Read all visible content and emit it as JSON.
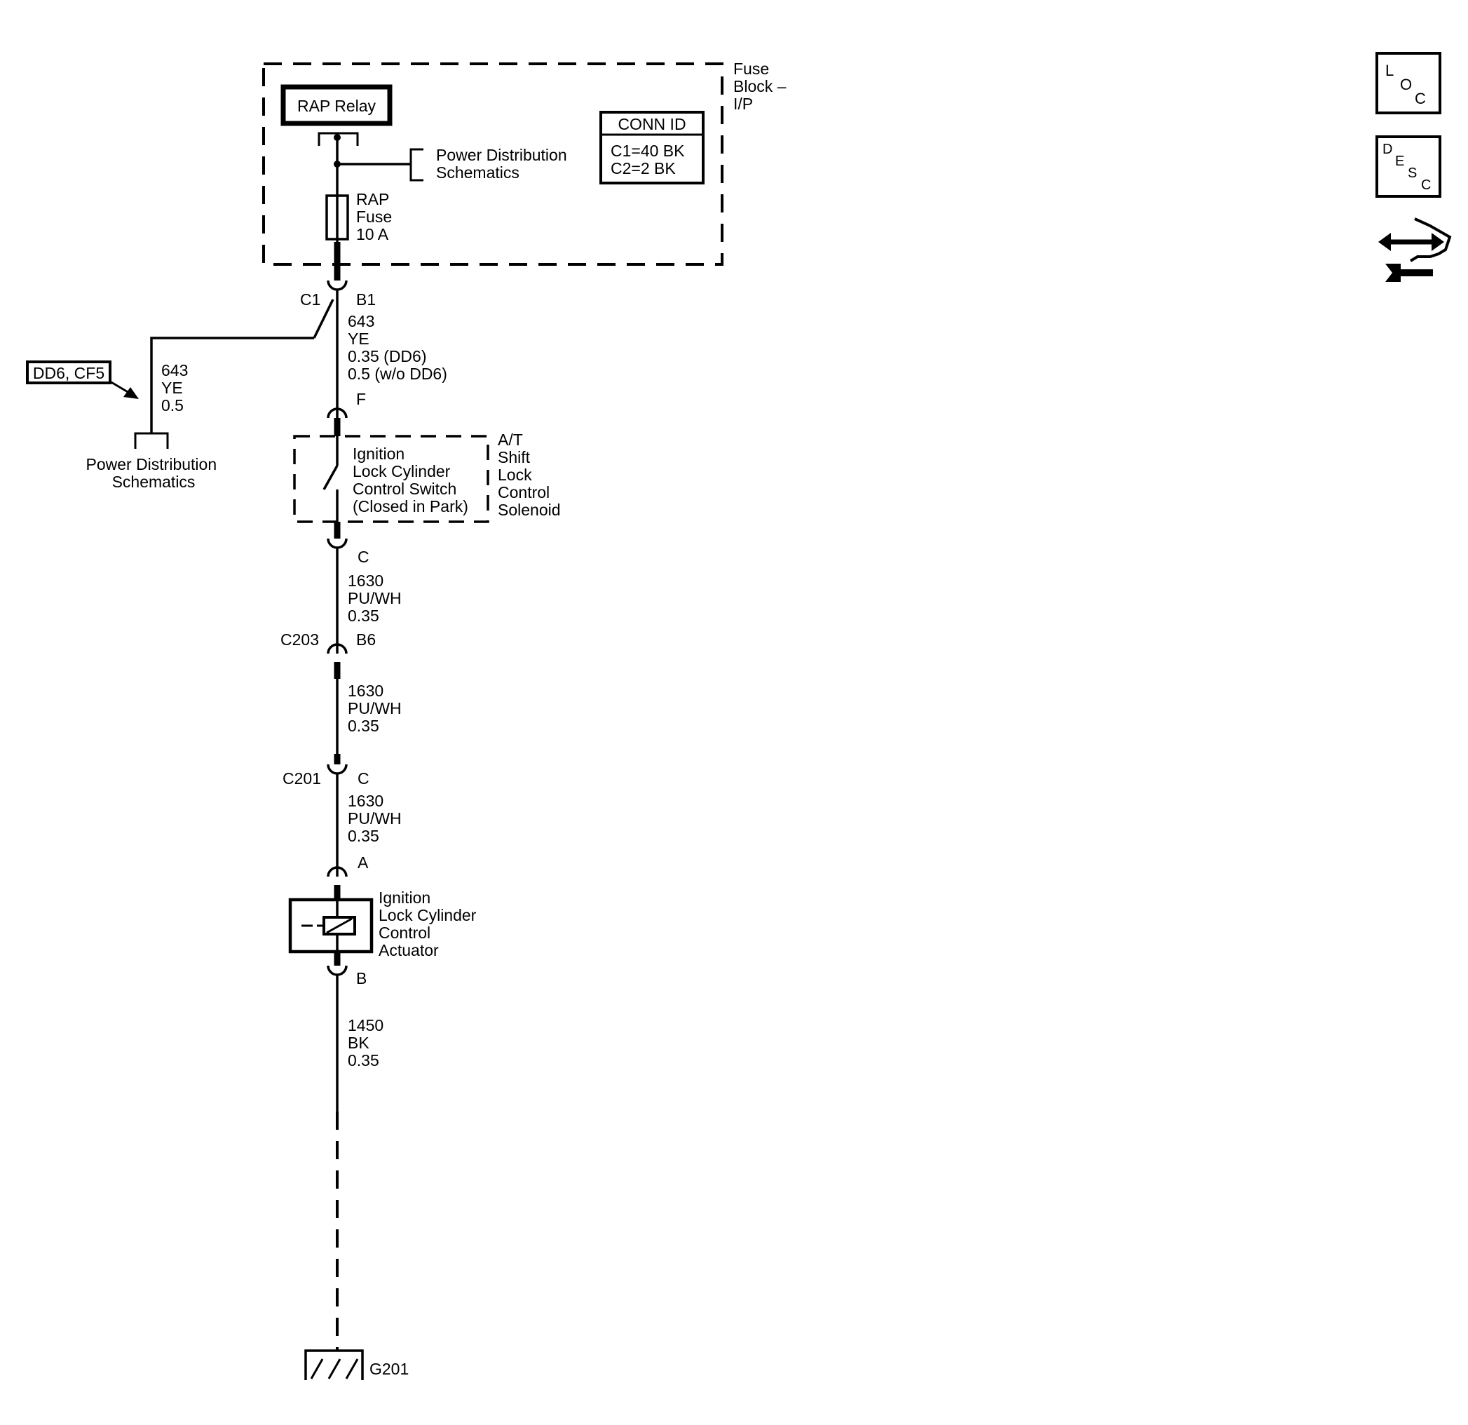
{
  "fuse_block": {
    "label_lines": [
      "Fuse",
      "Block –",
      "I/P"
    ],
    "relay_label": "RAP Relay",
    "power_dist_lines": [
      "Power Distribution",
      "Schematics"
    ],
    "fuse_lines": [
      "RAP",
      "Fuse",
      "10 A"
    ],
    "conn_id": {
      "title": "CONN ID",
      "lines": [
        "C1=40 BK",
        "C2=2 BK"
      ]
    }
  },
  "side_icons": {
    "loc": [
      "L",
      "O",
      "C"
    ],
    "desc": [
      "D",
      "E",
      "S",
      "C"
    ],
    "repair": "repair-procedure-icon"
  },
  "option_tag": "DD6, CF5",
  "branch_wire": {
    "lines": [
      "643",
      "YE",
      "0.5"
    ],
    "power_dist_lines": [
      "Power Distribution",
      "Schematics"
    ]
  },
  "connectors": {
    "c1": {
      "name": "C1",
      "pin": "B1"
    },
    "solenoid_in_pin": "F",
    "solenoid_out_pin": "C",
    "c203": {
      "name": "C203",
      "pin": "B6"
    },
    "c201": {
      "name": "C201",
      "pin": "C"
    },
    "actuator_in_pin": "A",
    "actuator_out_pin": "B"
  },
  "wires": {
    "w643": [
      "643",
      "YE",
      "0.35 (DD6)",
      "0.5 (w/o DD6)"
    ],
    "w1630a": [
      "1630",
      "PU/WH",
      "0.35"
    ],
    "w1630b": [
      "1630",
      "PU/WH",
      "0.35"
    ],
    "w1630c": [
      "1630",
      "PU/WH",
      "0.35"
    ],
    "w1450": [
      "1450",
      "BK",
      "0.35"
    ]
  },
  "solenoid": {
    "switch_lines": [
      "Ignition",
      "Lock Cylinder",
      "Control Switch",
      "(Closed in Park)"
    ],
    "label_lines": [
      "A/T",
      "Shift",
      "Lock",
      "Control",
      "Solenoid"
    ]
  },
  "actuator": {
    "label_lines": [
      "Ignition",
      "Lock Cylinder",
      "Control",
      "Actuator"
    ]
  },
  "ground": {
    "label": "G201"
  }
}
